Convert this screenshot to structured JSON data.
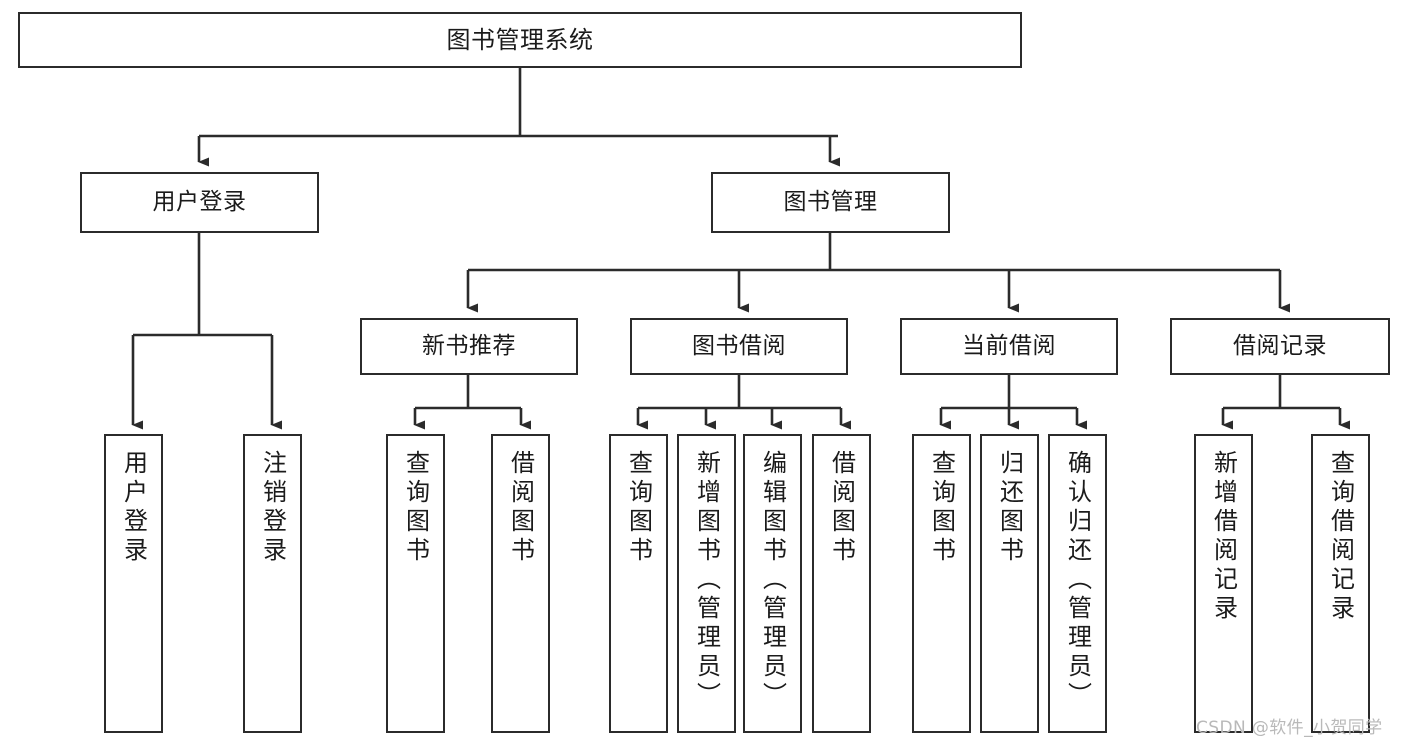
{
  "diagram": {
    "title": "图书管理系统",
    "type": "tree",
    "orientation": "top-down",
    "line_color": "#2b2b2b",
    "box_fill": "#ffffff",
    "text_color": "#1b1b1b",
    "nodes": {
      "root": {
        "label": "图书管理系统"
      },
      "level1": [
        {
          "id": "login",
          "label": "用户登录"
        },
        {
          "id": "bookmgmt",
          "label": "图书管理"
        }
      ],
      "level2": [
        {
          "id": "newbook",
          "label": "新书推荐"
        },
        {
          "id": "borrow",
          "label": "图书借阅"
        },
        {
          "id": "current",
          "label": "当前借阅"
        },
        {
          "id": "records",
          "label": "借阅记录"
        }
      ],
      "leaves": {
        "login": [
          {
            "label": "用户登录"
          },
          {
            "label": "注销登录"
          }
        ],
        "newbook": [
          {
            "label": "查询图书"
          },
          {
            "label": "借阅图书"
          }
        ],
        "borrow": [
          {
            "label": "查询图书"
          },
          {
            "label": "新增图书（管理员）"
          },
          {
            "label": "编辑图书（管理员）"
          },
          {
            "label": "借阅图书"
          }
        ],
        "current": [
          {
            "label": "查询图书"
          },
          {
            "label": "归还图书"
          },
          {
            "label": "确认归还（管理员）"
          }
        ],
        "records": [
          {
            "label": "新增借阅记录"
          },
          {
            "label": "查询借阅记录"
          }
        ]
      }
    },
    "watermark": "CSDN @软件_小贺同学"
  }
}
